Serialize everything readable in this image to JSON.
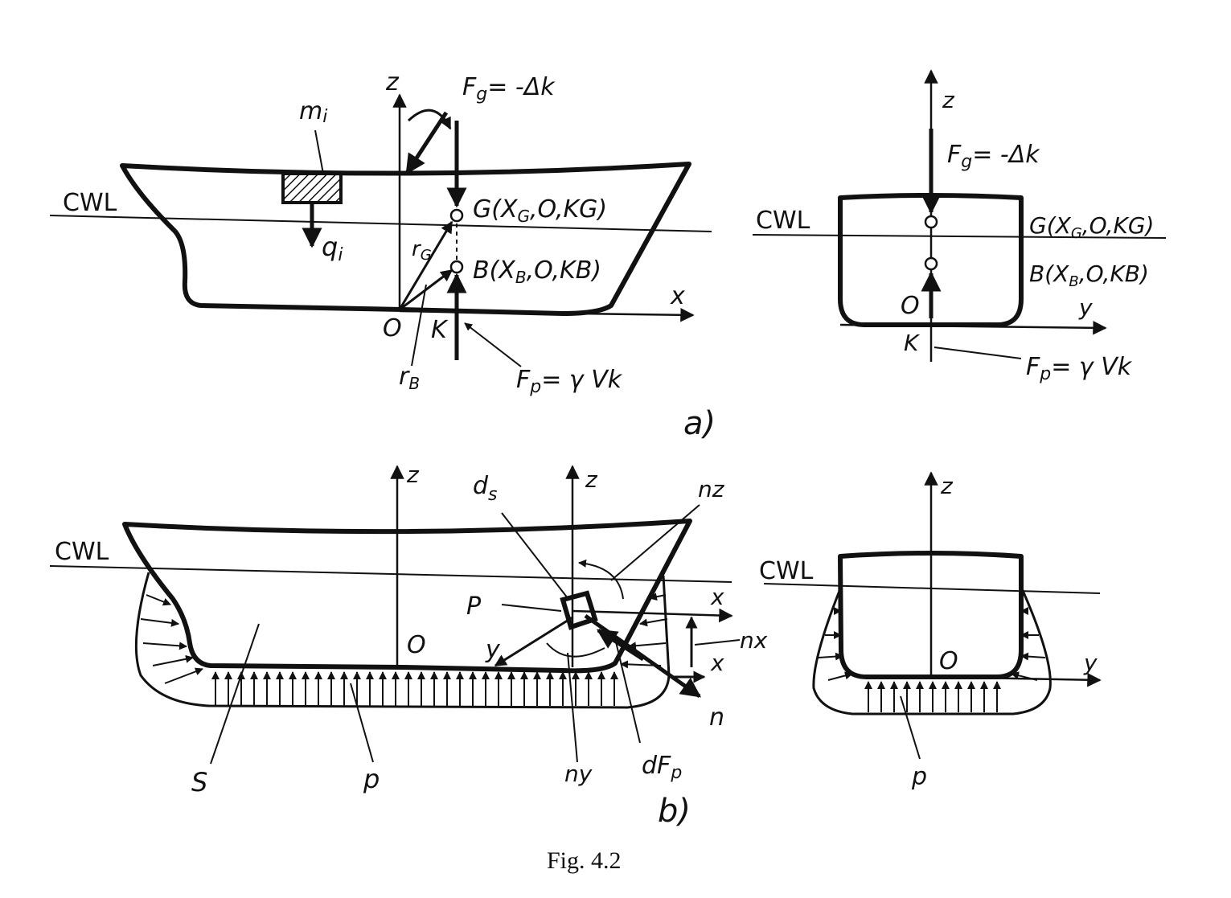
{
  "figure": {
    "caption": "Fig. 4.2",
    "panel_a_label": "a)",
    "panel_b_label": "b)"
  },
  "panel_a_side": {
    "waterline": "CWL",
    "axis_z": "z",
    "axis_x": "x",
    "origin": "O",
    "keel": "K",
    "mass_element": "m",
    "mass_sub": "i",
    "weight_element": "q",
    "weight_sub": "i",
    "gravity_force": "F",
    "gravity_sub": "g",
    "gravity_eq": "= -Δk",
    "point_g": "G(X",
    "point_g_sub": "G",
    "point_g_rest": ",O,KG)",
    "point_b": "B(X",
    "point_b_sub": "B",
    "point_b_rest": ",O,KB)",
    "radius_g": "r",
    "radius_g_sub": "G",
    "radius_b": "r",
    "radius_b_sub": "B",
    "buoyancy_force": "F",
    "buoyancy_sub": "p",
    "buoyancy_eq": "= γ Vk"
  },
  "panel_a_section": {
    "waterline": "CWL",
    "axis_z": "z",
    "axis_y": "y",
    "origin": "O",
    "keel": "K",
    "gravity_force": "F",
    "gravity_sub": "g",
    "gravity_eq": "= -Δk",
    "point_g": "G(X",
    "point_g_sub": "G",
    "point_g_rest": ",O,KG)",
    "point_b": "B(X",
    "point_b_sub": "B",
    "point_b_rest": ",O,KB)",
    "buoyancy_force": "F",
    "buoyancy_sub": "p",
    "buoyancy_eq": "= γ Vk"
  },
  "panel_b_side": {
    "waterline": "CWL",
    "axis_z": "z",
    "axis_z2": "z",
    "origin": "O",
    "surface": "S",
    "pressure": "p",
    "local_x": "x",
    "local_y": "y",
    "local_x2": "x",
    "point_p": "P",
    "area_element": "d",
    "area_sub": "s",
    "normal": "n",
    "angle_nz": "nz",
    "angle_nx": "nx",
    "angle_ny": "ny",
    "force_element": "dF",
    "force_sub": "p"
  },
  "panel_b_section": {
    "waterline": "CWL",
    "axis_z": "z",
    "axis_y": "y",
    "origin": "O",
    "pressure": "p"
  }
}
